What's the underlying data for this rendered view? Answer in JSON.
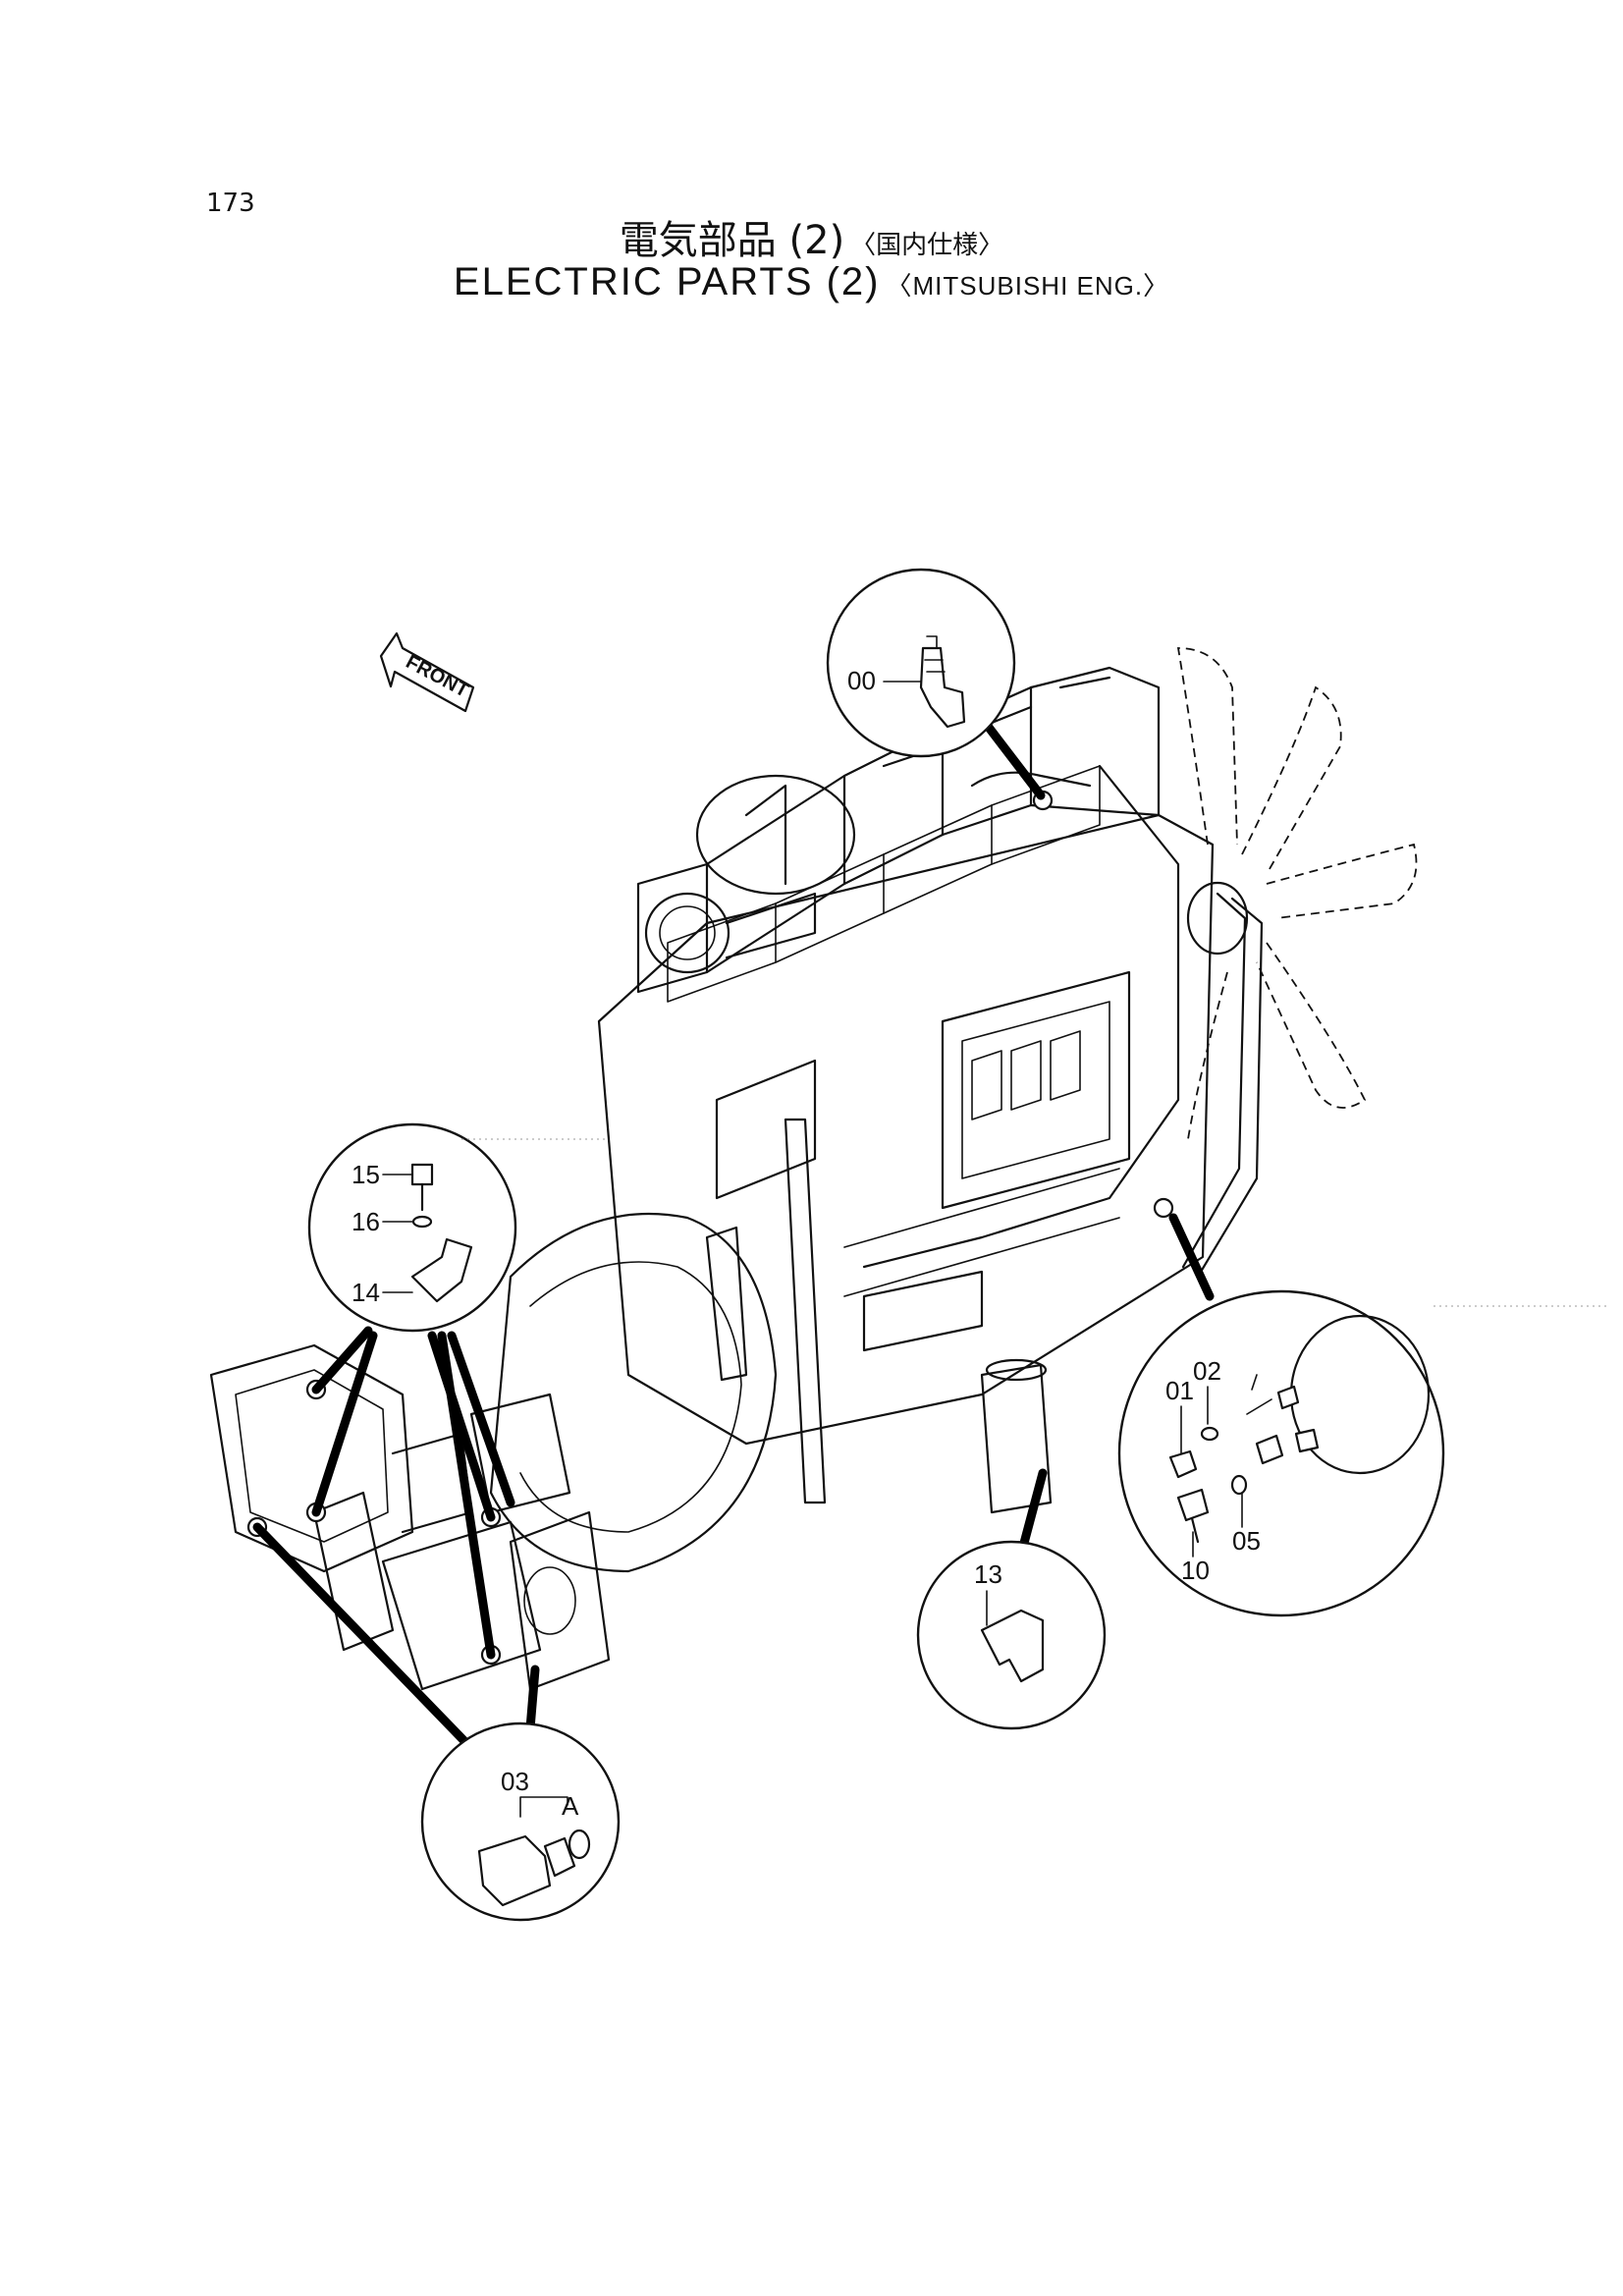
{
  "page": {
    "number": "173",
    "title_jp": "電気部品 (2)",
    "title_jp_sub": "〈国内仕様〉",
    "title_en": "ELECTRIC PARTS (2)",
    "title_en_sub": "〈MITSUBISHI ENG.〉"
  },
  "diagram": {
    "front_label": "FRONT",
    "callouts": [
      {
        "id": "top",
        "labels": [
          "00"
        ]
      },
      {
        "id": "left",
        "labels": [
          "15",
          "16",
          "14"
        ]
      },
      {
        "id": "right",
        "labels": [
          "01",
          "02",
          "10",
          "05"
        ]
      },
      {
        "id": "bottom-mid",
        "labels": [
          "13"
        ]
      },
      {
        "id": "bottom-left",
        "labels": [
          "03",
          "A"
        ]
      }
    ]
  }
}
